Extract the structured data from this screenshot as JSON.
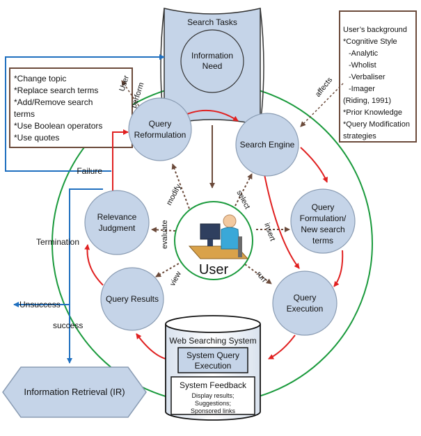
{
  "search_tasks": {
    "title": "Search Tasks",
    "need_line1": "Information",
    "need_line2": "Need"
  },
  "reformulation_box": {
    "lines": [
      "*Change topic",
      "*Replace search terms",
      "*Add/Remove search",
      "terms",
      "*Use Boolean operators",
      "*Use quotes"
    ]
  },
  "background_box": {
    "lines": [
      "User’s background",
      "*Cognitive Style",
      "-Analytic",
      "-Wholist",
      "-Verbaliser",
      "-Imager",
      "(Riding, 1991)",
      "*Prior Knowledge",
      "*Query Modification",
      "strategies"
    ]
  },
  "nodes": {
    "query_reformulation": [
      "Query",
      "Reformulation"
    ],
    "search_engine": [
      "Search Engine"
    ],
    "query_formulation": [
      "Query",
      "Formulation/",
      "New search",
      "terms"
    ],
    "query_execution": [
      "Query",
      "Execution"
    ],
    "query_results": [
      "Query Results"
    ],
    "relevance_judgment": [
      "Relevance",
      "Judgment"
    ]
  },
  "user": {
    "label": "User"
  },
  "web_system": {
    "title": "Web Searching System",
    "exec_line1": "System Query",
    "exec_line2": "Execution",
    "feedback_title": "System Feedback",
    "feedback_lines": [
      "Display results;",
      "Suggestions;",
      "Sponsored links"
    ]
  },
  "ir": {
    "label": "Information Retrieval (IR)"
  },
  "labels": {
    "user_perform_1": "User",
    "user_perform_2": "perform",
    "affects": "affects",
    "modify": "modify",
    "select": "select",
    "insert": "insert",
    "evaluate": "evaluate",
    "view": "view",
    "run": "run",
    "failure": "Failure",
    "termination": "Termination",
    "unsuccess": "Unsuccess",
    "success": "success"
  },
  "colors": {
    "node_fill": "#c5d4e8",
    "node_stroke": "#8a9cb3",
    "outer_circle": "#1a9a3c",
    "flow_red": "#e02020",
    "flow_blue": "#1f6fbf",
    "brown": "#6b4a3a"
  }
}
